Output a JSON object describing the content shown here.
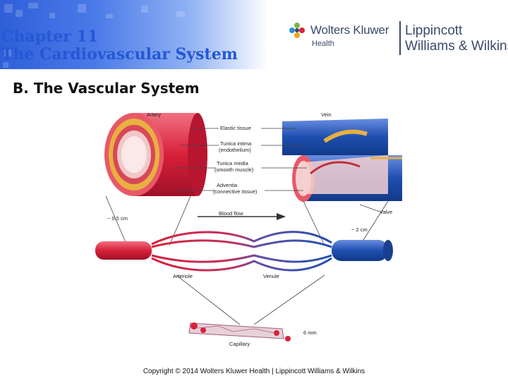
{
  "header": {
    "chapter_line1": "Chapter 11",
    "chapter_line2": "The Cardiovascular System",
    "band_color": "#2f5fd8",
    "title_color": "#2557d6"
  },
  "logo": {
    "wolters_kluwer": "Wolters Kluwer",
    "health": "Health",
    "lippincott": "Lippincott",
    "williams_wilkins": "Williams & Wilkins"
  },
  "section_title": "B.  The Vascular System",
  "diagram": {
    "labels": {
      "artery": "Artery",
      "vein": "Vein",
      "elastic_tissue": "Elastic tissue",
      "tunica_intima": "Tunica intima",
      "endothelium": "(endothelium)",
      "tunica_media": "Tunica media",
      "smooth_muscle": "(smooth muscle)",
      "adventia": "Adventia",
      "connective_tissue": "(connective tissue)",
      "valve": "Valve",
      "blood_flow": "Blood flow",
      "artery_size": "~ 0.5 cm",
      "vein_size": "~ 2 cm",
      "arteriole": "Arteriole",
      "venule": "Venule",
      "capillary": "Capillary",
      "capillary_size": "6 mm"
    },
    "colors": {
      "artery_red": "#d8203a",
      "vein_blue": "#1e4fb0",
      "tissue_yellow": "#e8b040"
    }
  },
  "footer": "Copyright © 2014 Wolters Kluwer Health | Lippincott Williams & Wilkins"
}
